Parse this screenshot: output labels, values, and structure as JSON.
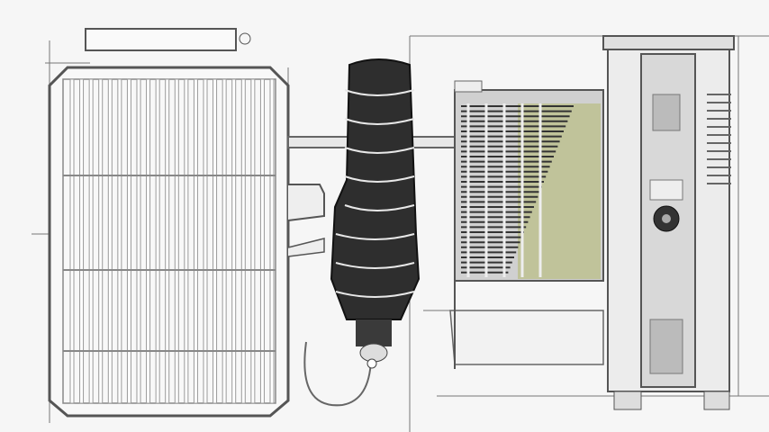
{
  "colors": {
    "background": "#f6f6f6",
    "line": "#555555",
    "cylinder": "#2e2e2e",
    "panel": "#c0c39a",
    "cabinet": "#d8d8d8"
  },
  "counts": {
    "radiator_bars": 22,
    "cylinder_rings": 8,
    "grille_slats": 34
  }
}
